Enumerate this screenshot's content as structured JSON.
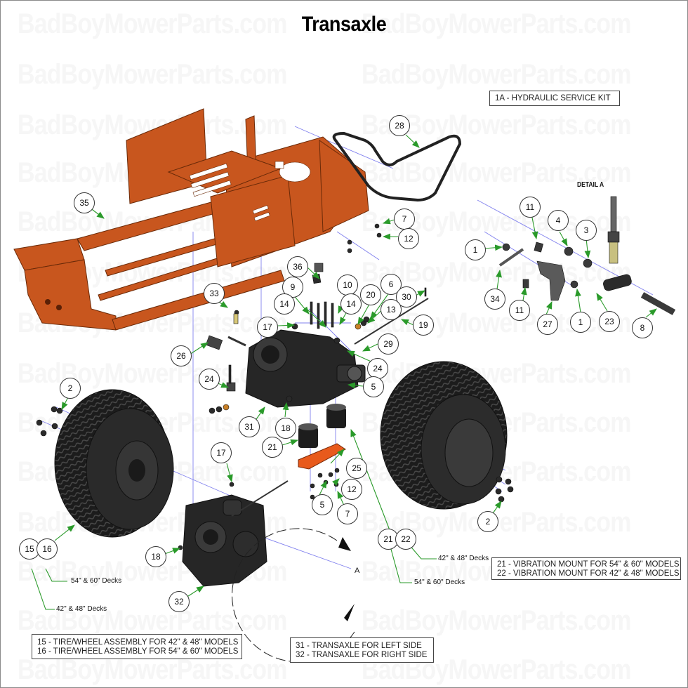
{
  "title": "Transaxle",
  "watermark": "BadBoyMowerParts.com",
  "kit_box": {
    "text": "1A - HYDRAULIC SERVICE KIT"
  },
  "detail": {
    "title": "DETAIL A",
    "letter": "A"
  },
  "legend_vibration": {
    "lines": [
      "21 - VIBRATION MOUNT FOR 54\" & 60\" MODELS",
      "22 - VIBRATION MOUNT FOR 42\" & 48\" MODELS"
    ]
  },
  "legend_tires": {
    "lines": [
      "15 - TIRE/WHEEL ASSEMBLY FOR 42\" & 48\" MODELS",
      "16 - TIRE/WHEEL ASSEMBLY FOR 54\" & 60\" MODELS"
    ]
  },
  "legend_transaxle": {
    "lines": [
      "31 - TRANSAXLE FOR LEFT SIDE",
      "32 - TRANSAXLE FOR RIGHT SIDE"
    ]
  },
  "deck_labels": {
    "tire_54_60": "54\" & 60\" Decks",
    "tire_42_48": "42\" & 48\" Decks",
    "mount_42_48": "42\" & 48\" Decks",
    "mount_54_60": "54\" & 60\" Decks"
  },
  "callouts": {
    "c35": "35",
    "c28": "28",
    "c7a": "7",
    "c12a": "12",
    "c36": "36",
    "c33": "33",
    "c9": "9",
    "c10": "10",
    "c14a": "14",
    "c14b": "14",
    "c20": "20",
    "c6": "6",
    "c30": "30",
    "c13": "13",
    "c19": "19",
    "c17a": "17",
    "c29": "29",
    "c26": "26",
    "c24a": "24",
    "c24b": "24",
    "c5a": "5",
    "c2a": "2",
    "c31": "31",
    "c18a": "18",
    "c21a": "21",
    "c25": "25",
    "c12b": "12",
    "c5b": "5",
    "c7b": "7",
    "c17b": "17",
    "c2b": "2",
    "c15": "15",
    "c16": "16",
    "c18b": "18",
    "c32": "32",
    "c21b": "21",
    "c22": "22",
    "d11a": "11",
    "d4": "4",
    "d3": "3",
    "d1a": "1",
    "d34": "34",
    "d11b": "11",
    "d27": "27",
    "d1b": "1",
    "d23": "23",
    "d8": "8"
  },
  "colors": {
    "frame_orange": "#c8561e",
    "part_black": "#1e1e1e",
    "leader_green": "#2a9a2a",
    "explode_blue": "#8080ee"
  }
}
